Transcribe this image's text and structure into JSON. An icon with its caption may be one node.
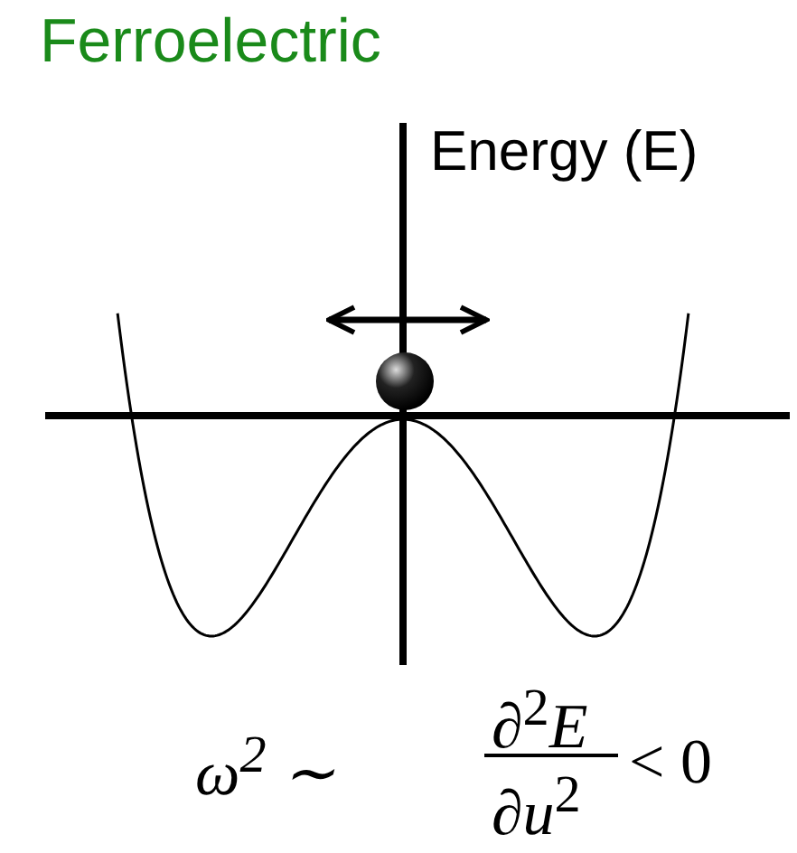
{
  "diagram": {
    "title": "Ferroelectric",
    "labels": [
      "Energy (E)",
      "ω$^{2}$ ∼",
      "∂$^{2}$*E*",
      "∂*u*$^{2}$",
      "< 0"
    ]
  }
}
